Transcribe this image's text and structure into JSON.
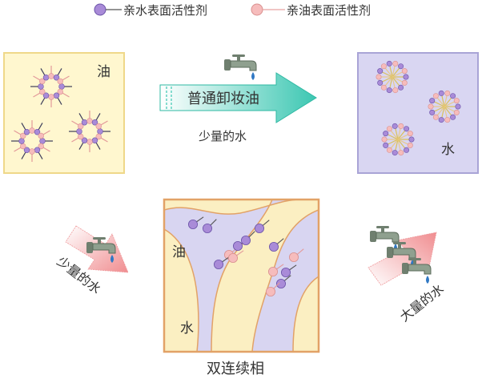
{
  "legend": {
    "hydrophilic_label": "亲水表面活性剂",
    "lipophilic_label": "亲油表面活性剂",
    "hydrophilic_color": "#a98bd8",
    "lipophilic_color": "#f6bcbc"
  },
  "top_left_panel": {
    "label": "油",
    "background": "#fff7cf",
    "border": "#efd889"
  },
  "top_arrow": {
    "label": "普通卸妆油",
    "caption": "少量的水",
    "color": "#3cc7b2",
    "icon": "faucet-icon"
  },
  "top_right_panel": {
    "label": "水",
    "background": "#d9d6f2",
    "border": "#a9a4d6"
  },
  "center_panel": {
    "oil_label": "油",
    "water_label": "水",
    "caption": "双连续相",
    "oil_color": "#fbefc2",
    "water_color": "#d8d5f1",
    "border": "#e2a267"
  },
  "left_arrow": {
    "label": "少量的水",
    "color": "#f08d90",
    "icon": "faucet-icon"
  },
  "right_arrow": {
    "label": "大量的水",
    "color": "#f08d90",
    "icon": "faucet-icon"
  },
  "colors": {
    "faucet": "#6f7f6f",
    "drop": "#2f78c4",
    "tail": "#555555"
  }
}
